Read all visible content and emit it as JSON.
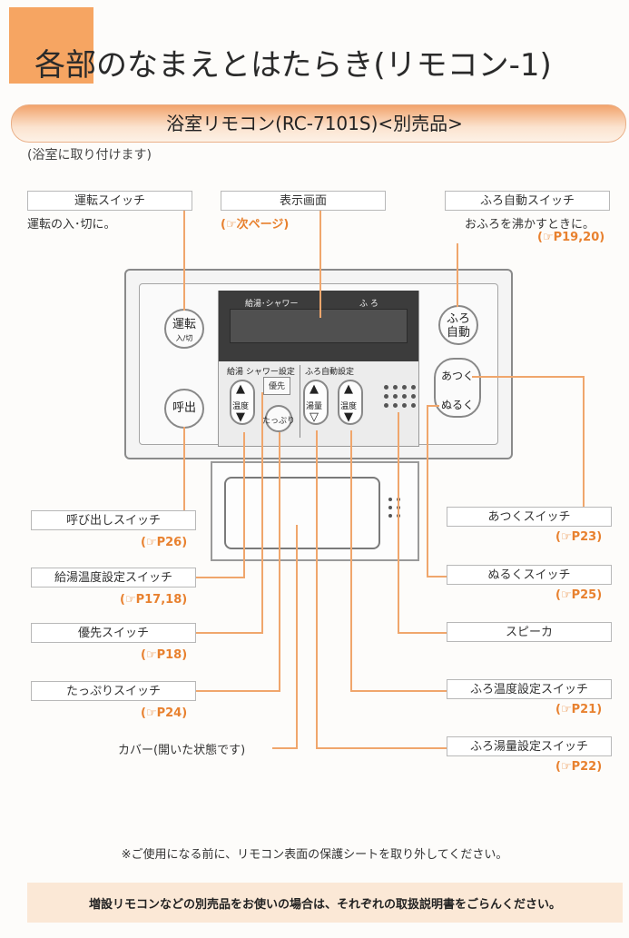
{
  "page": {
    "title": "各部のなまえとはたらき(リモコン-1)",
    "subtitle": "浴室リモコン(RC-7101S)<別売品>",
    "mount_note": "(浴室に取り付けます)",
    "warning": "※ご使用になる前に、リモコン表面の保護シートを取り外してください。",
    "footer": "増設リモコンなどの別売品をお使いの場合は、それぞれの取扱説明書をごらんください。"
  },
  "callouts": {
    "power": {
      "label": "運転スイッチ",
      "desc": "運転の入･切に。"
    },
    "display": {
      "label": "表示画面",
      "ref": "(☞次ページ)"
    },
    "auto_bath": {
      "label": "ふろ自動スイッチ",
      "desc": "おふろを沸かすときに。",
      "ref": "(☞P19,20)"
    },
    "call": {
      "label": "呼び出しスイッチ",
      "ref": "(☞P26)"
    },
    "hot_water_temp": {
      "label": "給湯温度設定スイッチ",
      "ref": "(☞P17,18)"
    },
    "priority": {
      "label": "優先スイッチ",
      "ref": "(☞P18)"
    },
    "plenty": {
      "label": "たっぷりスイッチ",
      "ref": "(☞P24)"
    },
    "cover": {
      "label": "カバー(開いた状態です)"
    },
    "hotter": {
      "label": "あつくスイッチ",
      "ref": "(☞P23)"
    },
    "cooler": {
      "label": "ぬるくスイッチ",
      "ref": "(☞P25)"
    },
    "speaker": {
      "label": "スピーカ"
    },
    "bath_temp": {
      "label": "ふろ温度設定スイッチ",
      "ref": "(☞P21)"
    },
    "bath_volume": {
      "label": "ふろ湯量設定スイッチ",
      "ref": "(☞P22)"
    }
  },
  "remote": {
    "lcd_left": "給湯･シャワー",
    "lcd_right": "ふ ろ",
    "power_btn": "運転",
    "power_btn_sub": "入/切",
    "call_btn": "呼出",
    "auto_btn_1": "ふろ",
    "auto_btn_2": "自動",
    "hot_btn": "あつく",
    "cool_btn": "ぬるく",
    "group_left": "給湯 シャワー設定",
    "group_right": "ふろ自動設定",
    "temp_label": "温度",
    "priority_btn": "優先",
    "plenty_btn": "たっぷり",
    "volume_label": "湯量",
    "bath_temp_label": "温度"
  },
  "colors": {
    "accent": "#f6a562",
    "line": "#f0a66c",
    "ref": "#e8812f"
  }
}
